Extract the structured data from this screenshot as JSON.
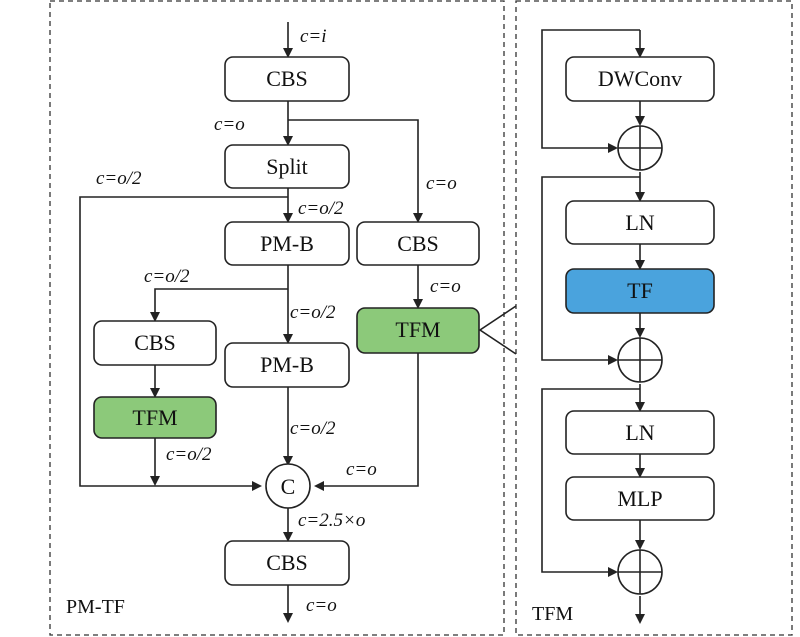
{
  "panels": {
    "left_title": "PM-TF",
    "right_title": "TFM"
  },
  "nodes": {
    "cbs_top": "CBS",
    "split": "Split",
    "pmb_1": "PM-B",
    "cbs_right": "CBS",
    "cbs_left": "CBS",
    "pmb_2": "PM-B",
    "tfm_right": "TFM",
    "tfm_left": "TFM",
    "concat": "C",
    "cbs_bottom": "CBS",
    "dwconv": "DWConv",
    "ln_1": "LN",
    "tf": "TF",
    "ln_2": "LN",
    "mlp": "MLP"
  },
  "edge_labels": {
    "input": "c=i",
    "after_cbs": "c=o",
    "split_left": "c=o/2",
    "right_branch": "c=o",
    "split_to_pmb": "c=o/2",
    "pmb_to_left": "c=o/2",
    "cbs_to_tfm": "c=o",
    "pmb_to_pmb": "c=o/2",
    "tfm_left_out": "c=o/2",
    "pmb_to_concat": "c=o/2",
    "tfm_to_concat": "c=o",
    "concat_out": "c=2.5×o",
    "output": "c=o"
  },
  "colors": {
    "tfm_fill": "#8cc97a",
    "tf_fill": "#4aa3dd"
  }
}
